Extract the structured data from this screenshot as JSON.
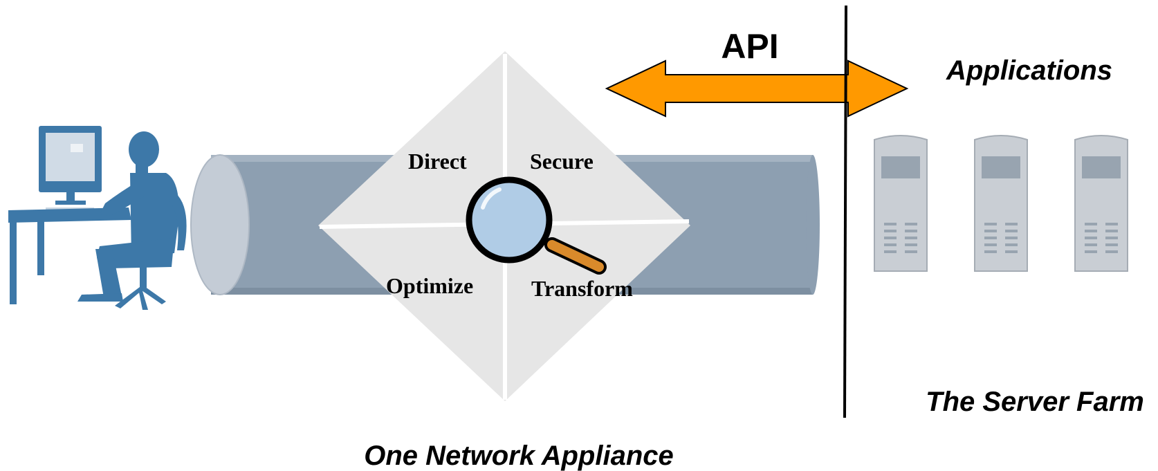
{
  "labels": {
    "api": "API",
    "applications": "Applications",
    "server_farm": "The Server Farm",
    "appliance": "One Network Appliance"
  },
  "quadrants": {
    "top_left": "Direct",
    "top_right": "Secure",
    "bottom_left": "Optimize",
    "bottom_right": "Transform"
  },
  "icons": {
    "user": "user-at-computer-icon",
    "magnifier": "magnifying-glass-icon",
    "server": "server-tower-icon"
  },
  "colors": {
    "pipe": "#8d9fb1",
    "pipe_end": "#c4ccd6",
    "diamond": "#e6e6e6",
    "arrow": "#ff9900",
    "user": "#3d78a8",
    "server": "#c9ced4",
    "lens": "#b0cce6",
    "handle": "#d98a2b"
  }
}
